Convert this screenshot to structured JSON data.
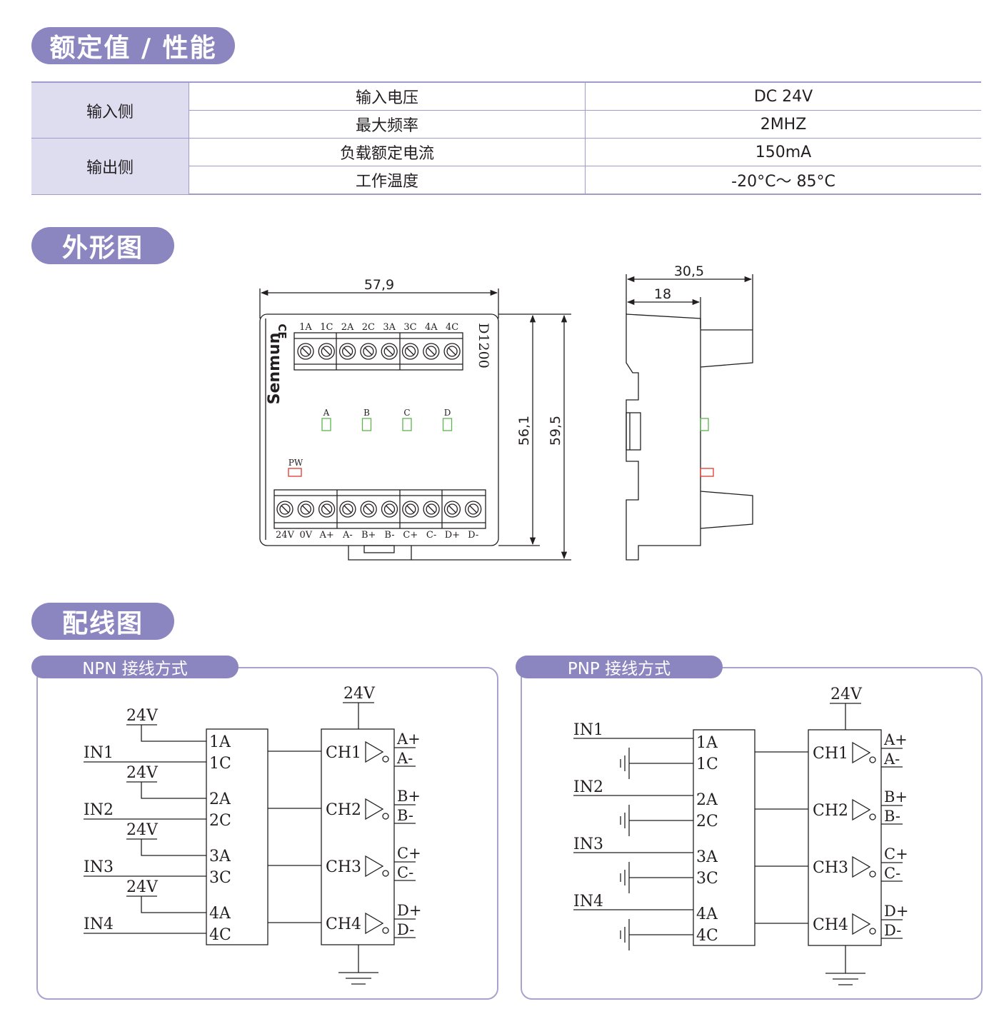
{
  "sections": {
    "ratings_title": "额定值 / 性能",
    "outline_title": "外形图",
    "wiring_title": "配线图"
  },
  "spec_table": {
    "input_side": "输入侧",
    "output_side": "输出侧",
    "rows": [
      {
        "param": "输入电压",
        "value": "DC 24V"
      },
      {
        "param": "最大频率",
        "value": "2MHZ"
      },
      {
        "param": "负载额定电流",
        "value": "150mA"
      },
      {
        "param": "工作温度",
        "value": "-20°C～ 85°C"
      }
    ]
  },
  "outline": {
    "dim_width": "57,9",
    "dim_h1": "56,1",
    "dim_h2": "59,5",
    "dim_depth": "30,5",
    "dim_18": "18",
    "brand": "Senmun",
    "ce": "CE",
    "model": "D1200",
    "top_terminals": [
      "1A",
      "1C",
      "2A",
      "2C",
      "3A",
      "3C",
      "4A",
      "4C"
    ],
    "bottom_terminals": [
      "24V",
      "0V",
      "A+",
      "A-",
      "B+",
      "B-",
      "C+",
      "C-",
      "D+",
      "D-"
    ],
    "leds": [
      "A",
      "B",
      "C",
      "D"
    ],
    "pw": "PW"
  },
  "wiring": {
    "npn_title": "NPN 接线方式",
    "pnp_title": "PNP 接线方式",
    "v24": "24V",
    "inputs": [
      "IN1",
      "IN2",
      "IN3",
      "IN4"
    ],
    "pins": [
      "1A",
      "1C",
      "2A",
      "2C",
      "3A",
      "3C",
      "4A",
      "4C"
    ],
    "channels": [
      "CH1",
      "CH2",
      "CH3",
      "CH4"
    ],
    "outputs": [
      [
        "A+",
        "A-"
      ],
      [
        "B+",
        "B-"
      ],
      [
        "C+",
        "C-"
      ],
      [
        "D+",
        "D-"
      ]
    ]
  },
  "colors": {
    "accent": "#8b86bf",
    "table_header_bg": "#dedcef",
    "led_green": "#5db34d",
    "led_red": "#e0392b"
  }
}
